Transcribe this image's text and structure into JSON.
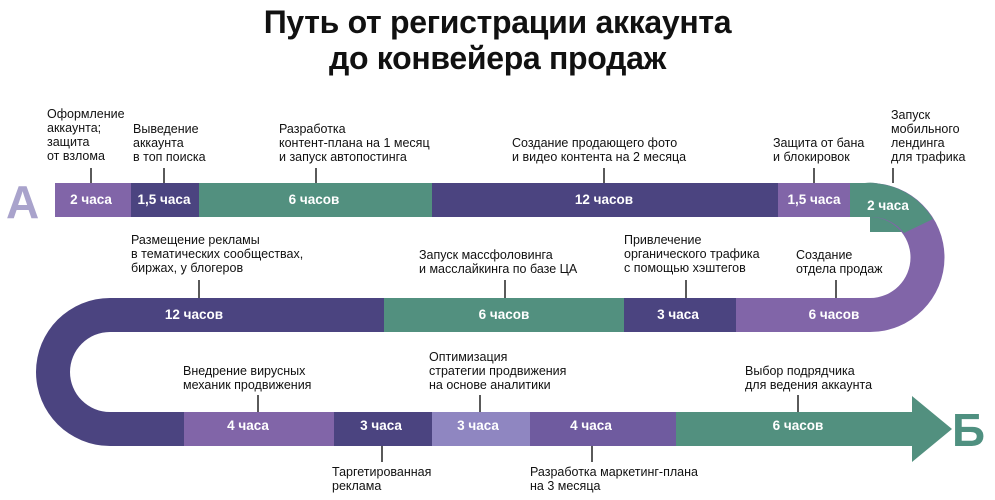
{
  "title": {
    "line1": "Путь от регистрации аккаунта",
    "line2": "до конвейера продаж"
  },
  "start_letter": "А",
  "end_letter": "Б",
  "colors": {
    "dark": "#4b4480",
    "teal": "#52907f",
    "purple": "#8165a8",
    "light": "#8f86c1",
    "mid": "#6f5b9f",
    "letter": "#a9a3cc",
    "letter_end": "#4f9080"
  },
  "rows": [
    {
      "segments": [
        {
          "label": "2 часа",
          "color": "purple"
        },
        {
          "label": "1,5 часа",
          "color": "dark"
        },
        {
          "label": "6 часов",
          "color": "teal"
        },
        {
          "label": "12 часов",
          "color": "dark"
        },
        {
          "label": "1,5 часа",
          "color": "purple"
        },
        {
          "label": "2 часа",
          "color": "teal"
        }
      ]
    },
    {
      "segments": [
        {
          "label": "6 часов",
          "color": "purple"
        },
        {
          "label": "3 часа",
          "color": "dark"
        },
        {
          "label": "6 часов",
          "color": "teal"
        },
        {
          "label": "12 часов",
          "color": "dark"
        }
      ]
    },
    {
      "segments": [
        {
          "label": "4 часа",
          "color": "purple"
        },
        {
          "label": "3 часа",
          "color": "dark"
        },
        {
          "label": "3 часа",
          "color": "light"
        },
        {
          "label": "4 часа",
          "color": "mid"
        },
        {
          "label": "6 часов",
          "color": "teal"
        }
      ]
    }
  ],
  "labels": [
    {
      "text": "Оформление\nаккаунта;\nзащита\nот взлома"
    },
    {
      "text": "Выведение\nаккаунта\nв топ поиска"
    },
    {
      "text": "Разработка\nконтент-плана на 1 месяц\nи запуск автопостинга"
    },
    {
      "text": "Создание продающего фото\nи видео контента на 2 месяца"
    },
    {
      "text": "Защита от бана\nи блокировок"
    },
    {
      "text": "Запуск\nмобильного\nлендинга\nдля трафика"
    },
    {
      "text": "Размещение рекламы\nв тематических сообществах,\nбиржах, у блогеров"
    },
    {
      "text": "Запуск массфоловинга\nи масслайкинга по базе ЦА"
    },
    {
      "text": "Привлечение\nорганического трафика\nс помощью хэштегов"
    },
    {
      "text": "Создание\nотдела продаж"
    },
    {
      "text": "Внедрение вирусных\nмеханик продвижения"
    },
    {
      "text": "Оптимизация\nстратегии продвижения\nна основе аналитики"
    },
    {
      "text": "Выбор подрядчика\nдля ведения аккаунта"
    },
    {
      "text": "Таргетированная\nреклама"
    },
    {
      "text": "Разработка маркетинг-плана\nна 3 месяца"
    }
  ]
}
